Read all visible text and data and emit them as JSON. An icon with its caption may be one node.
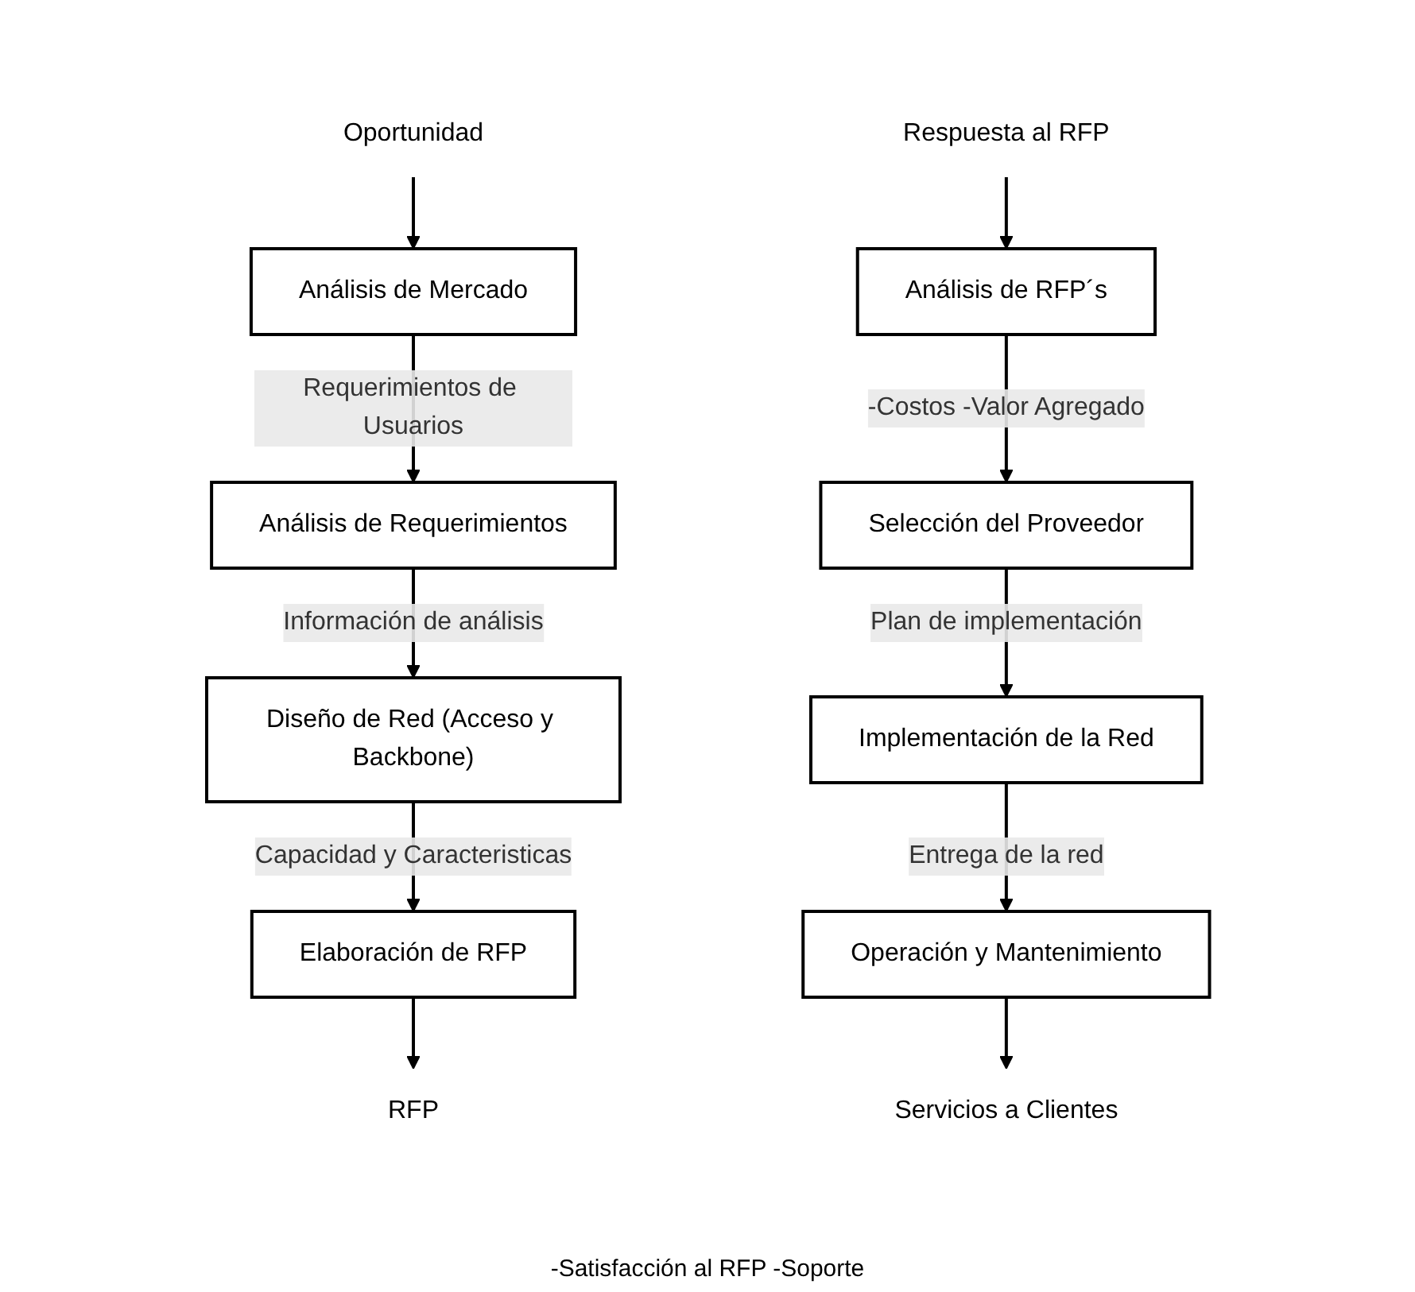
{
  "diagram": {
    "nodes": [
      {
        "text": [
          "Oportunidad"
        ]
      },
      {
        "text": [
          "Análisis de Mercado"
        ]
      },
      {
        "text": [
          "Análisis de Requerimientos"
        ]
      },
      {
        "text": [
          "Diseño de Red (Acceso y Backbone)"
        ]
      },
      {
        "text": [
          "Elaboración de RFP"
        ]
      },
      {
        "text": [
          "RFP"
        ]
      },
      {
        "text": [
          "Respuesta al RFP"
        ]
      },
      {
        "text": [
          "Análisis de RFP´s"
        ]
      },
      {
        "text": [
          "Selección del Proveedor"
        ]
      },
      {
        "text": [
          "Implementación de la Red"
        ]
      },
      {
        "text": [
          "Operación y Mantenimiento"
        ]
      },
      {
        "text": [
          "Servicios a Clientes"
        ]
      }
    ],
    "edges": [
      {
        "from": 0,
        "to": 1,
        "arrow": "to"
      },
      {
        "from": 1,
        "to": 2,
        "arrow": "to",
        "label": "Requerimientos de Usuarios"
      },
      {
        "from": 2,
        "to": 3,
        "arrow": "to",
        "label": "Información de análisis"
      },
      {
        "from": 3,
        "to": 4,
        "arrow": "to",
        "label": "Capacidad y Caracteristicas"
      },
      {
        "from": 4,
        "to": 5,
        "arrow": "to"
      },
      {
        "from": 6,
        "to": 7,
        "arrow": "to"
      },
      {
        "from": 7,
        "to": 8,
        "arrow": "to",
        "label": "-Costos -Valor Agregado"
      },
      {
        "from": 8,
        "to": 9,
        "arrow": "to",
        "label": "Plan de implementación"
      },
      {
        "from": 9,
        "to": 10,
        "arrow": "to",
        "label": "Entrega de la red"
      },
      {
        "from": 10,
        "to": 11,
        "arrow": "to"
      }
    ],
    "labels": [
      "-Satisfacción al RFP -Soporte"
    ]
  }
}
